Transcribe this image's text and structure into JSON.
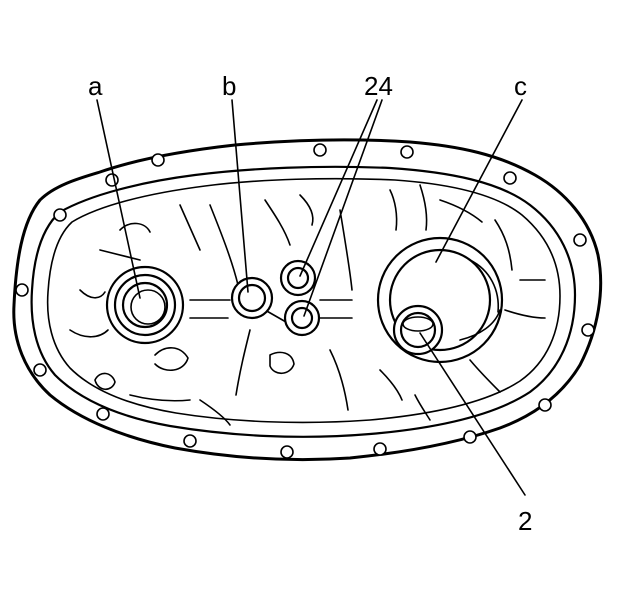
{
  "callouts": {
    "a": "a",
    "b": "b",
    "c": "c",
    "n24": "24",
    "n2": "2"
  },
  "colors": {
    "line": "#000000",
    "background": "#ffffff"
  }
}
